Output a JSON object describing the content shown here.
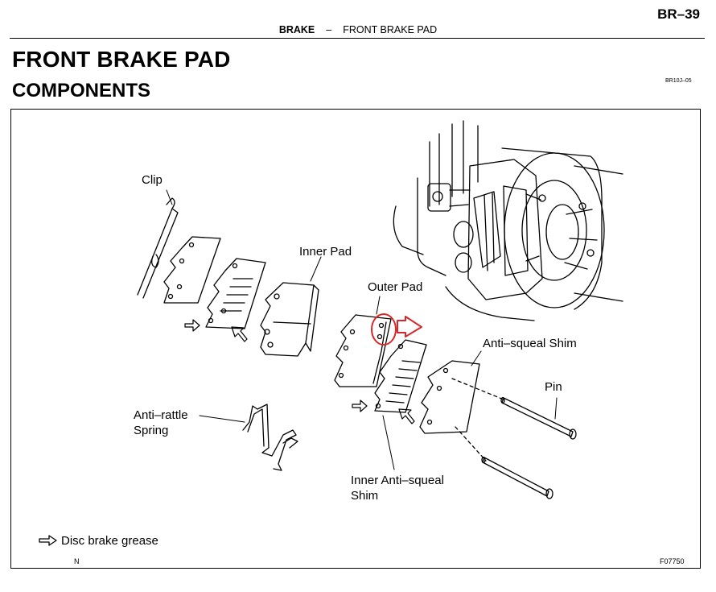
{
  "header": {
    "page_number": "BR–39",
    "section": "BRAKE",
    "separator": "–",
    "subsection": "FRONT BRAKE PAD"
  },
  "title": "FRONT BRAKE PAD",
  "subtitle": "COMPONENTS",
  "doc_code": "BR10J–05",
  "figure": {
    "labels": {
      "clip": "Clip",
      "inner_pad": "Inner Pad",
      "outer_pad": "Outer Pad",
      "anti_squeal_shim": "Anti–squeal Shim",
      "pin": "Pin",
      "anti_rattle_spring_1": "Anti–rattle",
      "anti_rattle_spring_2": "Spring",
      "inner_anti_squeal_shim_1": "Inner Anti–squeal",
      "inner_anti_squeal_shim_2": "Shim"
    },
    "legend": {
      "text": "Disc brake grease",
      "icon": "grease-arrow-icon"
    },
    "corner_left": "N",
    "figure_code": "F07750",
    "highlight_color": "#d9262a"
  }
}
